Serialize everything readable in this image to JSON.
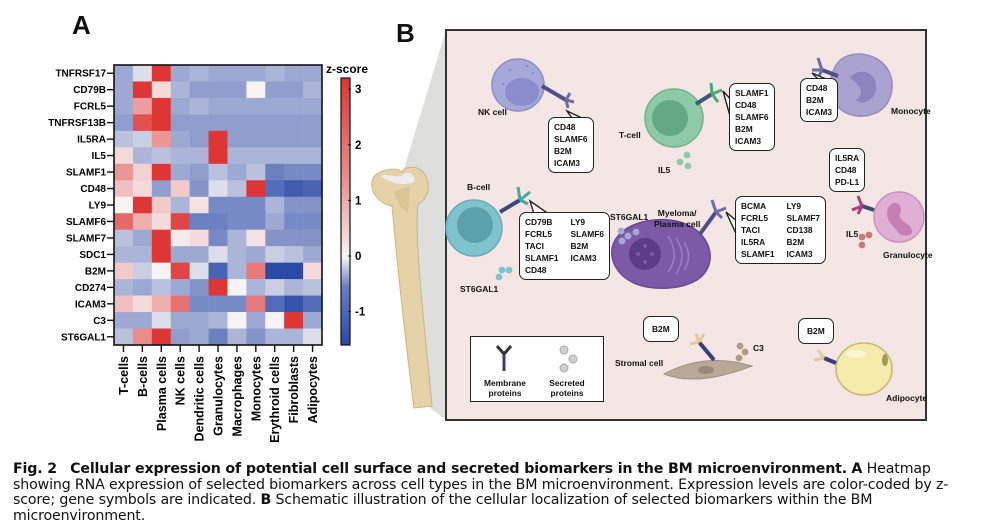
{
  "panels": {
    "a_label": "A",
    "b_label": "B"
  },
  "chart_data": {
    "type": "heatmap",
    "title": "",
    "colorbar_title": "z-score",
    "colorbar_ticks": [
      "3",
      "2",
      "1",
      "0",
      "-1"
    ],
    "colorbar_tick_values": [
      3,
      2,
      1,
      0,
      -1
    ],
    "color_range": [
      -1.6,
      3.2
    ],
    "color_low": "#2b4aa8",
    "color_mid": "#f7f4f4",
    "color_high": "#de3535",
    "rows": [
      "TNFRSF17",
      "CD79B",
      "FCRL5",
      "TNFRSF13B",
      "IL5RA",
      "IL5",
      "SLAMF1",
      "CD48",
      "LY9",
      "SLAMF6",
      "SLAMF7",
      "SDC1",
      "B2M",
      "CD274",
      "ICAM3",
      "C3",
      "ST6GAL1"
    ],
    "columns": [
      "T-cells",
      "B-cells",
      "Plasma cells",
      "NK cells",
      "Dendritic cells",
      "Granulocytes",
      "Macrophages",
      "Monocytes",
      "Erythroid cells",
      "Fibroblasts",
      "Adipocytes"
    ],
    "values": [
      [
        -0.5,
        -0.1,
        3.0,
        -0.5,
        -0.4,
        -0.5,
        -0.5,
        -0.5,
        -0.4,
        -0.5,
        -0.5
      ],
      [
        -0.5,
        3.0,
        0.3,
        -0.4,
        -0.6,
        -0.6,
        -0.6,
        0.0,
        -0.6,
        -0.6,
        -0.4
      ],
      [
        -0.5,
        1.0,
        3.0,
        -0.5,
        -0.4,
        -0.5,
        -0.5,
        -0.5,
        -0.5,
        -0.5,
        -0.5
      ],
      [
        -0.6,
        1.9,
        2.6,
        -0.6,
        -0.6,
        -0.6,
        -0.6,
        -0.6,
        -0.6,
        -0.6,
        -0.6
      ],
      [
        -0.3,
        -0.2,
        1.1,
        -0.5,
        -0.6,
        3.0,
        -0.6,
        -0.6,
        -0.6,
        -0.6,
        -0.6
      ],
      [
        0.3,
        -0.4,
        -0.3,
        -0.4,
        -0.4,
        3.0,
        -0.4,
        -0.4,
        -0.4,
        -0.4,
        -0.4
      ],
      [
        1.1,
        0.4,
        3.0,
        -0.5,
        -0.6,
        -0.3,
        -0.5,
        -0.3,
        -0.9,
        -0.8,
        -0.8
      ],
      [
        0.6,
        0.3,
        -0.6,
        0.5,
        -0.7,
        -0.1,
        -0.3,
        3.0,
        -1.1,
        -1.3,
        -1.2
      ],
      [
        0.0,
        3.0,
        0.5,
        -0.4,
        0.2,
        -0.8,
        -0.8,
        -0.8,
        -0.4,
        -0.7,
        -0.7
      ],
      [
        1.6,
        0.8,
        0.3,
        2.0,
        -0.9,
        -0.9,
        -0.8,
        -0.8,
        -0.5,
        -0.8,
        -0.8
      ],
      [
        -0.3,
        -0.5,
        3.0,
        0.1,
        0.3,
        -0.8,
        -0.4,
        0.2,
        -0.7,
        -0.7,
        -0.7
      ],
      [
        -0.4,
        -0.4,
        3.0,
        -0.5,
        -0.5,
        -0.1,
        -0.4,
        -0.5,
        -0.2,
        -0.3,
        -0.5
      ],
      [
        0.5,
        -0.2,
        0.0,
        2.0,
        -0.1,
        -1.2,
        -0.4,
        1.4,
        -1.5,
        -1.5,
        0.3
      ],
      [
        -0.4,
        -0.5,
        -0.3,
        -0.5,
        -0.7,
        3.0,
        0.0,
        -0.4,
        -0.2,
        -0.4,
        -0.3
      ],
      [
        0.6,
        0.3,
        0.8,
        1.5,
        -0.8,
        -0.8,
        -0.8,
        1.4,
        -1.1,
        -1.4,
        -1.1
      ],
      [
        -0.5,
        -0.5,
        -0.1,
        -0.5,
        -0.5,
        -0.4,
        0.0,
        -0.5,
        0.0,
        3.0,
        -0.5
      ],
      [
        -0.3,
        1.2,
        2.8,
        -0.6,
        -0.5,
        -0.9,
        -0.4,
        -0.7,
        -0.4,
        -0.4,
        -0.1
      ]
    ]
  },
  "schematic": {
    "cells": {
      "nk": "NK cell",
      "tcell": "T-cell",
      "monocyte": "Monocyte",
      "bcell": "B-cell",
      "myeloma": [
        "Myeloma/",
        "Plasma cell"
      ],
      "granulocyte": "Granulocyte",
      "stromal": "Stromal cell",
      "adipocyte": "Adipocyte"
    },
    "secreted": {
      "tcell": "IL5",
      "bcell": "ST6GAL1",
      "myeloma": "ST6GAL1",
      "granulocyte": "IL5",
      "stromal": "C3"
    },
    "bubbles": {
      "nk": [
        [
          "CD48",
          "SLAMF6",
          "B2M",
          "ICAM3"
        ]
      ],
      "tcell": [
        [
          "SLAMF1",
          "CD48",
          "SLAMF6",
          "B2M",
          "ICAM3"
        ]
      ],
      "monocyte": [
        [
          "CD48",
          "B2M",
          "ICAM3"
        ]
      ],
      "granulocyte": [
        [
          "IL5RA",
          "CD48",
          "PD-L1"
        ]
      ],
      "bcell": [
        [
          "CD79B",
          "FCRL5",
          "TACI",
          "SLAMF1",
          "CD48"
        ],
        [
          "LY9",
          "SLAMF6",
          "B2M",
          "ICAM3"
        ]
      ],
      "myeloma": [
        [
          "BCMA",
          "FCRL5",
          "TACI",
          "IL5RA",
          "SLAMF1"
        ],
        [
          "LY9",
          "SLAMF7",
          "CD138",
          "B2M",
          "ICAM3"
        ]
      ],
      "stromal": [
        [
          "B2M"
        ]
      ],
      "adipocyte": [
        [
          "B2M"
        ]
      ]
    },
    "legend": {
      "membrane": [
        "Membrane",
        "proteins"
      ],
      "secreted": [
        "Secreted",
        "proteins"
      ]
    },
    "colors": {
      "background": "#f4e6e4",
      "nk": "#a6a8d8",
      "tcell": "#8fcaa6",
      "bcell": "#7fc3cf",
      "myeloma": "#7d5aa8",
      "monocyte": "#aaa3d0",
      "granulocyte": "#e0b0d4",
      "stromal": "#b8a89a",
      "adipocyte": "#f4ecaa",
      "bone": "#e6d2a8"
    }
  },
  "caption": {
    "fig_label": "Fig. 2",
    "title": "Cellular expression of potential cell surface and secreted biomarkers in the BM microenvironment.",
    "a_label": "A",
    "a_text": "Heatmap showing RNA expression of selected biomarkers across cell types in the BM microenvironment. Expression levels are color-coded by z-score; gene symbols are indicated.",
    "b_label": "B",
    "b_text": "Schematic illustration of the cellular localization of selected biomarkers within the BM microenvironment."
  }
}
